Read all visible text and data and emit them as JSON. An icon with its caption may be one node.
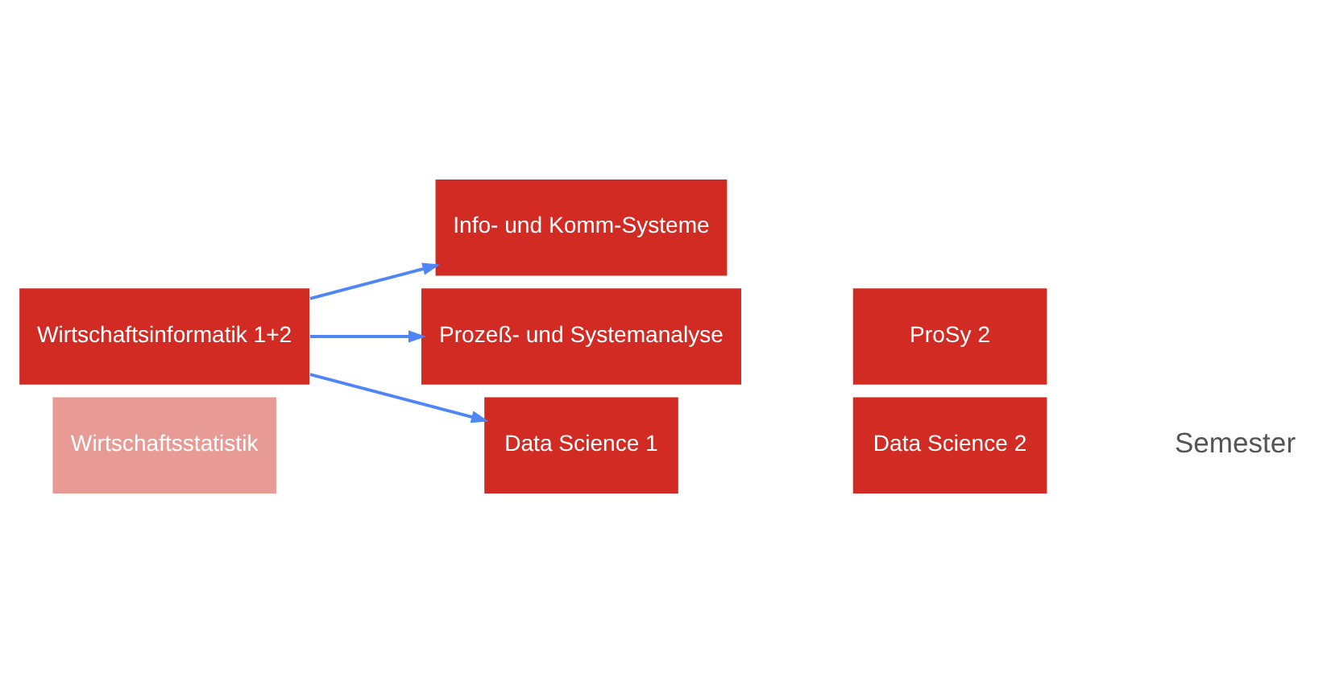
{
  "diagram": {
    "nodes": [
      {
        "text": [
          "Wirtschaftsinformatik 1+2"
        ]
      },
      {
        "text": [
          "Wirtschaftsstatistik"
        ]
      },
      {
        "text": [
          "Info- und Komm-Systeme"
        ]
      },
      {
        "text": [
          "Prozeß- und Systemanalyse"
        ]
      },
      {
        "text": [
          "ProSy 2"
        ]
      },
      {
        "text": [
          "Data Science 1"
        ]
      },
      {
        "text": [
          "Data Science 2"
        ]
      }
    ],
    "edges": [
      {
        "from": 0,
        "to": 2,
        "arrow": "to"
      },
      {
        "from": 0,
        "to": 3,
        "arrow": "to"
      },
      {
        "from": 0,
        "to": 5,
        "arrow": "to"
      }
    ],
    "labels": [
      "Semester"
    ]
  }
}
